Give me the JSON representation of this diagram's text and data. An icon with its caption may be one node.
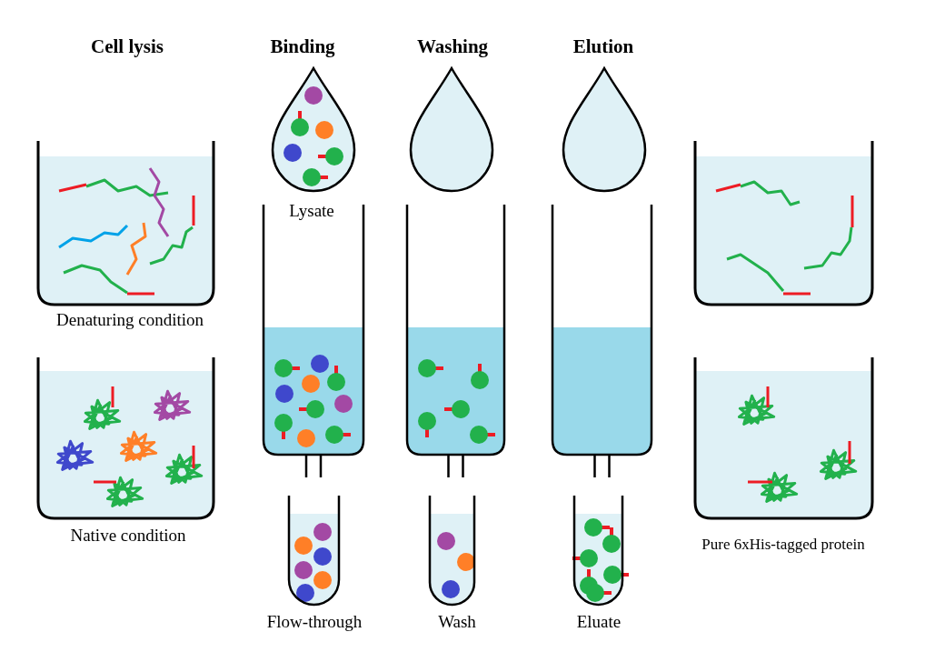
{
  "diagram": {
    "labels": [
      "Cell lysis",
      "Binding",
      "Washing",
      "Elution",
      "Lysate",
      "Denaturing condition",
      "Native condition",
      "Flow-through",
      "Wash",
      "Eluate",
      "Pure 6xHis-tagged protein"
    ]
  }
}
